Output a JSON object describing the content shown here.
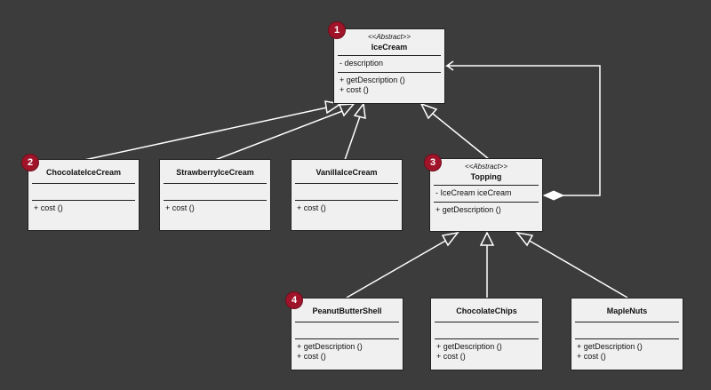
{
  "classes": {
    "icecream": {
      "stereotype": "<<Abstract>>",
      "name": "IceCream",
      "attributes": [
        "- description"
      ],
      "methods": [
        "+ getDescription ()",
        "+ cost ()"
      ]
    },
    "chocolate": {
      "name": "ChocolateIceCream",
      "attributes": [],
      "methods": [
        "+ cost ()"
      ]
    },
    "strawberry": {
      "name": "StrawberryIceCream",
      "attributes": [],
      "methods": [
        "+ cost ()"
      ]
    },
    "vanilla": {
      "name": "VanillaIceCream",
      "attributes": [],
      "methods": [
        "+ cost ()"
      ]
    },
    "topping": {
      "stereotype": "<<Abstract>>",
      "name": "Topping",
      "attributes": [
        "- IceCream iceCream"
      ],
      "methods": [
        "+ getDescription ()"
      ]
    },
    "peanut": {
      "name": "PeanutButterShell",
      "attributes": [],
      "methods": [
        "+ getDescription ()",
        "+ cost ()"
      ]
    },
    "chips": {
      "name": "ChocolateChips",
      "attributes": [],
      "methods": [
        "+ getDescription ()",
        "+ cost ()"
      ]
    },
    "maple": {
      "name": "MapleNuts",
      "attributes": [],
      "methods": [
        "+ getDescription ()",
        "+ cost ()"
      ]
    }
  },
  "badges": {
    "b1": "1",
    "b2": "2",
    "b3": "3",
    "b4": "4"
  },
  "colors": {
    "background": "#3c3c3c",
    "class_fill": "#f0f0f0",
    "edge": "#ffffff",
    "badge": "#a0142a"
  }
}
